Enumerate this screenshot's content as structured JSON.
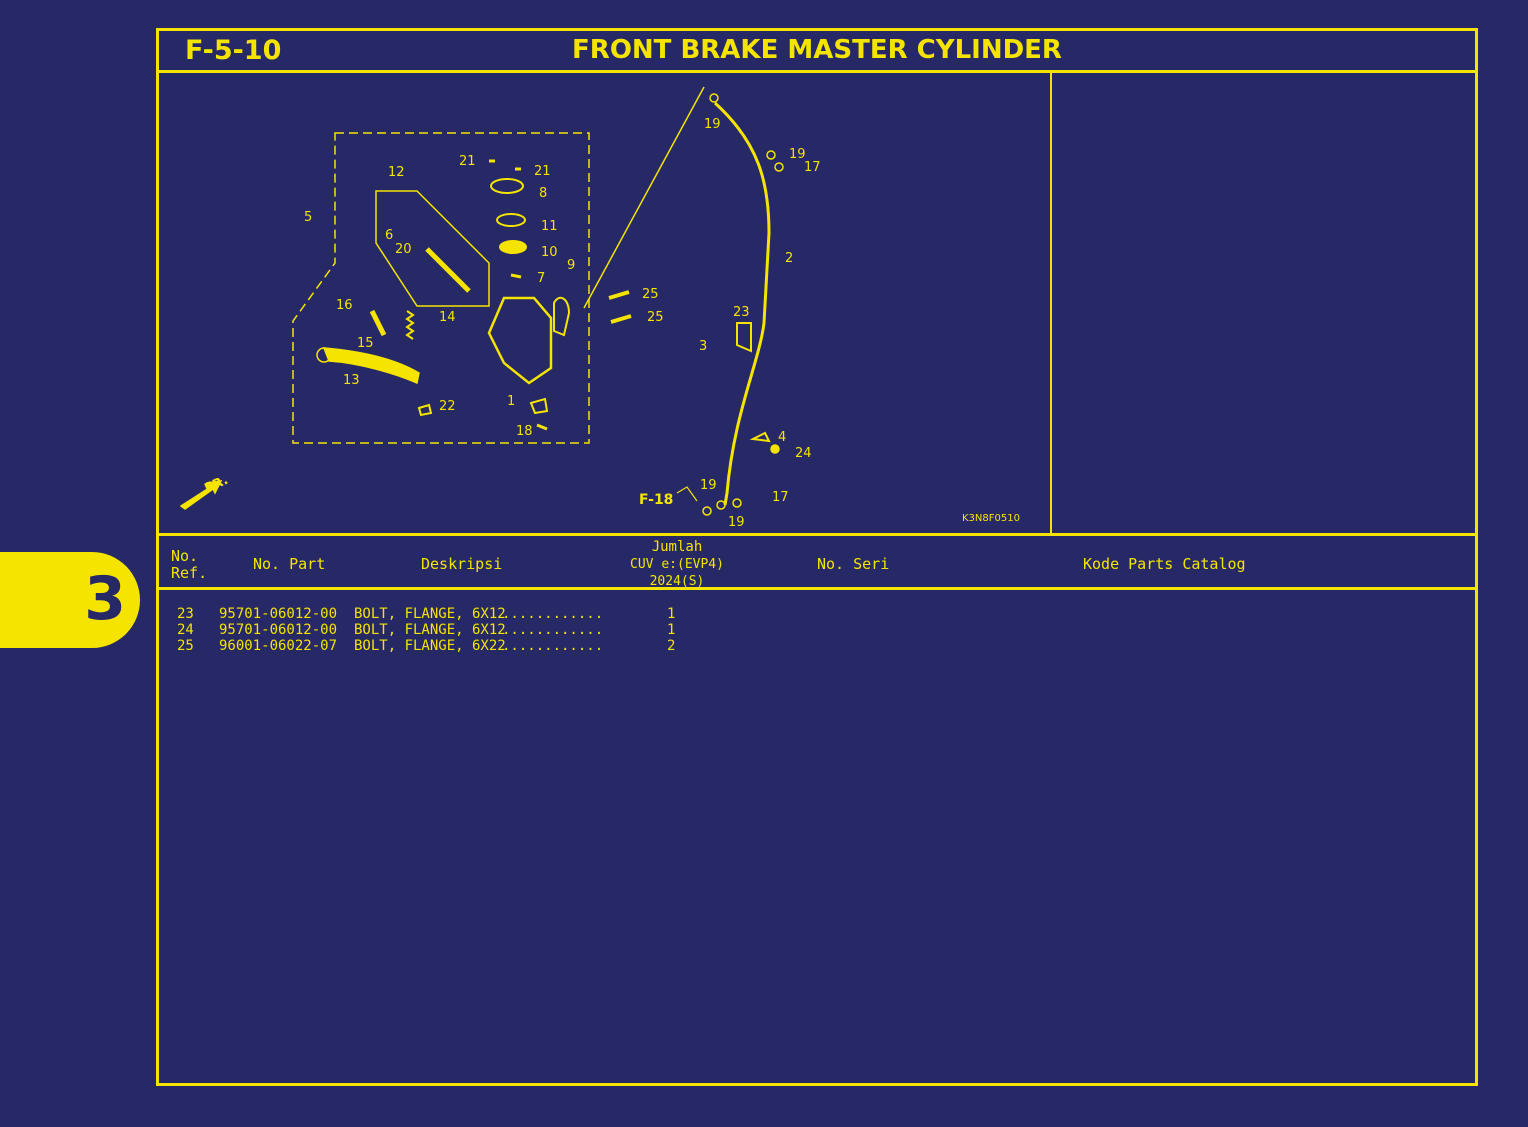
{
  "header": {
    "code": "F-5-10",
    "title": "FRONT BRAKE MASTER CYLINDER"
  },
  "diagram": {
    "callouts": [
      "19",
      "19",
      "17",
      "21",
      "21",
      "8",
      "12",
      "11",
      "10",
      "7",
      "9",
      "5",
      "6",
      "20",
      "2",
      "25",
      "25",
      "16",
      "14",
      "23",
      "15",
      "3",
      "13",
      "22",
      "1",
      "18",
      "4",
      "24",
      "19",
      "17",
      "19"
    ],
    "ref_label": "F-18",
    "front_indicator": "FR.",
    "figure_code": "K3N8F0510"
  },
  "table": {
    "headers": {
      "ref_no_line1": "No.",
      "ref_no_line2": "Ref.",
      "part_no": "No. Part",
      "description": "Deskripsi",
      "qty_line1": "Jumlah",
      "qty_line2": "CUV e:(EVP4)",
      "qty_line3": "2024(S)",
      "serial_no": "No. Seri",
      "catalog_code": "Kode Parts Catalog"
    },
    "rows": [
      {
        "ref": "23",
        "part": "95701-06012-00",
        "desc": "BOLT, FLANGE, 6X12",
        "dots": "............",
        "qty": "1"
      },
      {
        "ref": "24",
        "part": "95701-06012-00",
        "desc": "BOLT, FLANGE, 6X12",
        "dots": "............",
        "qty": "1"
      },
      {
        "ref": "25",
        "part": "96001-06022-07",
        "desc": "BOLT, FLANGE, 6X22",
        "dots": "............",
        "qty": "2"
      }
    ]
  },
  "side_tab": {
    "number": "3"
  },
  "colors": {
    "background": "#262966",
    "accent": "#f4e400"
  }
}
